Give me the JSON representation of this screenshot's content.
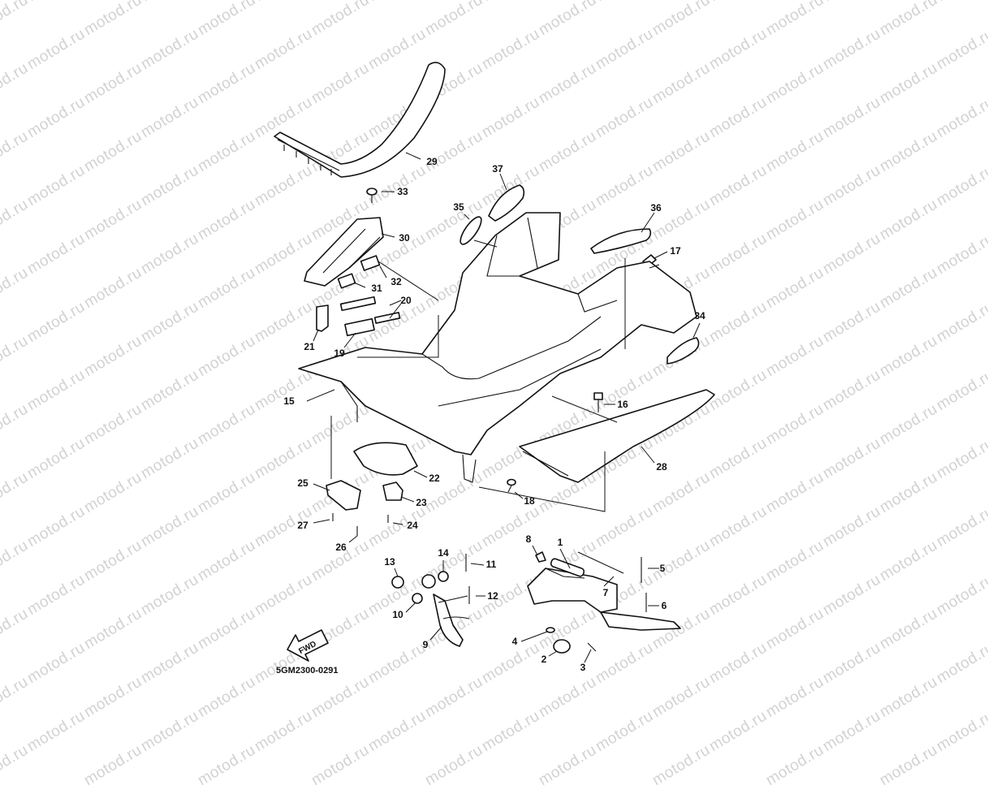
{
  "watermark": "motod.ru",
  "fwd_label": "FWD",
  "drawing_code": "5GM2300-0291",
  "callouts": [
    "1",
    "2",
    "3",
    "4",
    "5",
    "6",
    "7",
    "8",
    "9",
    "10",
    "11",
    "12",
    "13",
    "14",
    "15",
    "16",
    "17",
    "18",
    "19",
    "20",
    "21",
    "22",
    "23",
    "24",
    "25",
    "26",
    "27",
    "28",
    "29",
    "30",
    "31",
    "32",
    "33",
    "34",
    "35",
    "36",
    "37"
  ]
}
